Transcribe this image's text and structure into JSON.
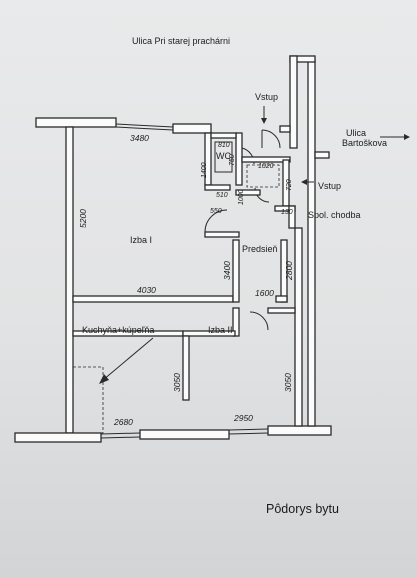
{
  "street_top": "Ulica Pri starej prachárni",
  "street_right": {
    "line1": "Ulica",
    "line2": "Bartoškova"
  },
  "entrance_top": "Vstup",
  "entrance_right": "Vstup",
  "shared_corridor": "Spol. chodba",
  "rooms": {
    "wc": "WC",
    "izba1": "Izba I",
    "predsien": "Predsieň",
    "kuchyna": "Kuchyňa+kúpeľňa",
    "izba2": "Izba II"
  },
  "dimensions": {
    "d3480": "3480",
    "d810": "810",
    "d1020": "1020",
    "d1400": "1400",
    "d750": "750",
    "d1000": "1000",
    "d510": "510",
    "d550": "550",
    "d720": "720",
    "d130": "130",
    "d5200": "5200",
    "d4030": "4030",
    "d3400": "3400",
    "d2800": "2800",
    "d1600": "1600",
    "d3050a": "3050",
    "d3050b": "3050",
    "d2680": "2680",
    "d2950": "2950"
  },
  "title": "Pôdorys bytu"
}
